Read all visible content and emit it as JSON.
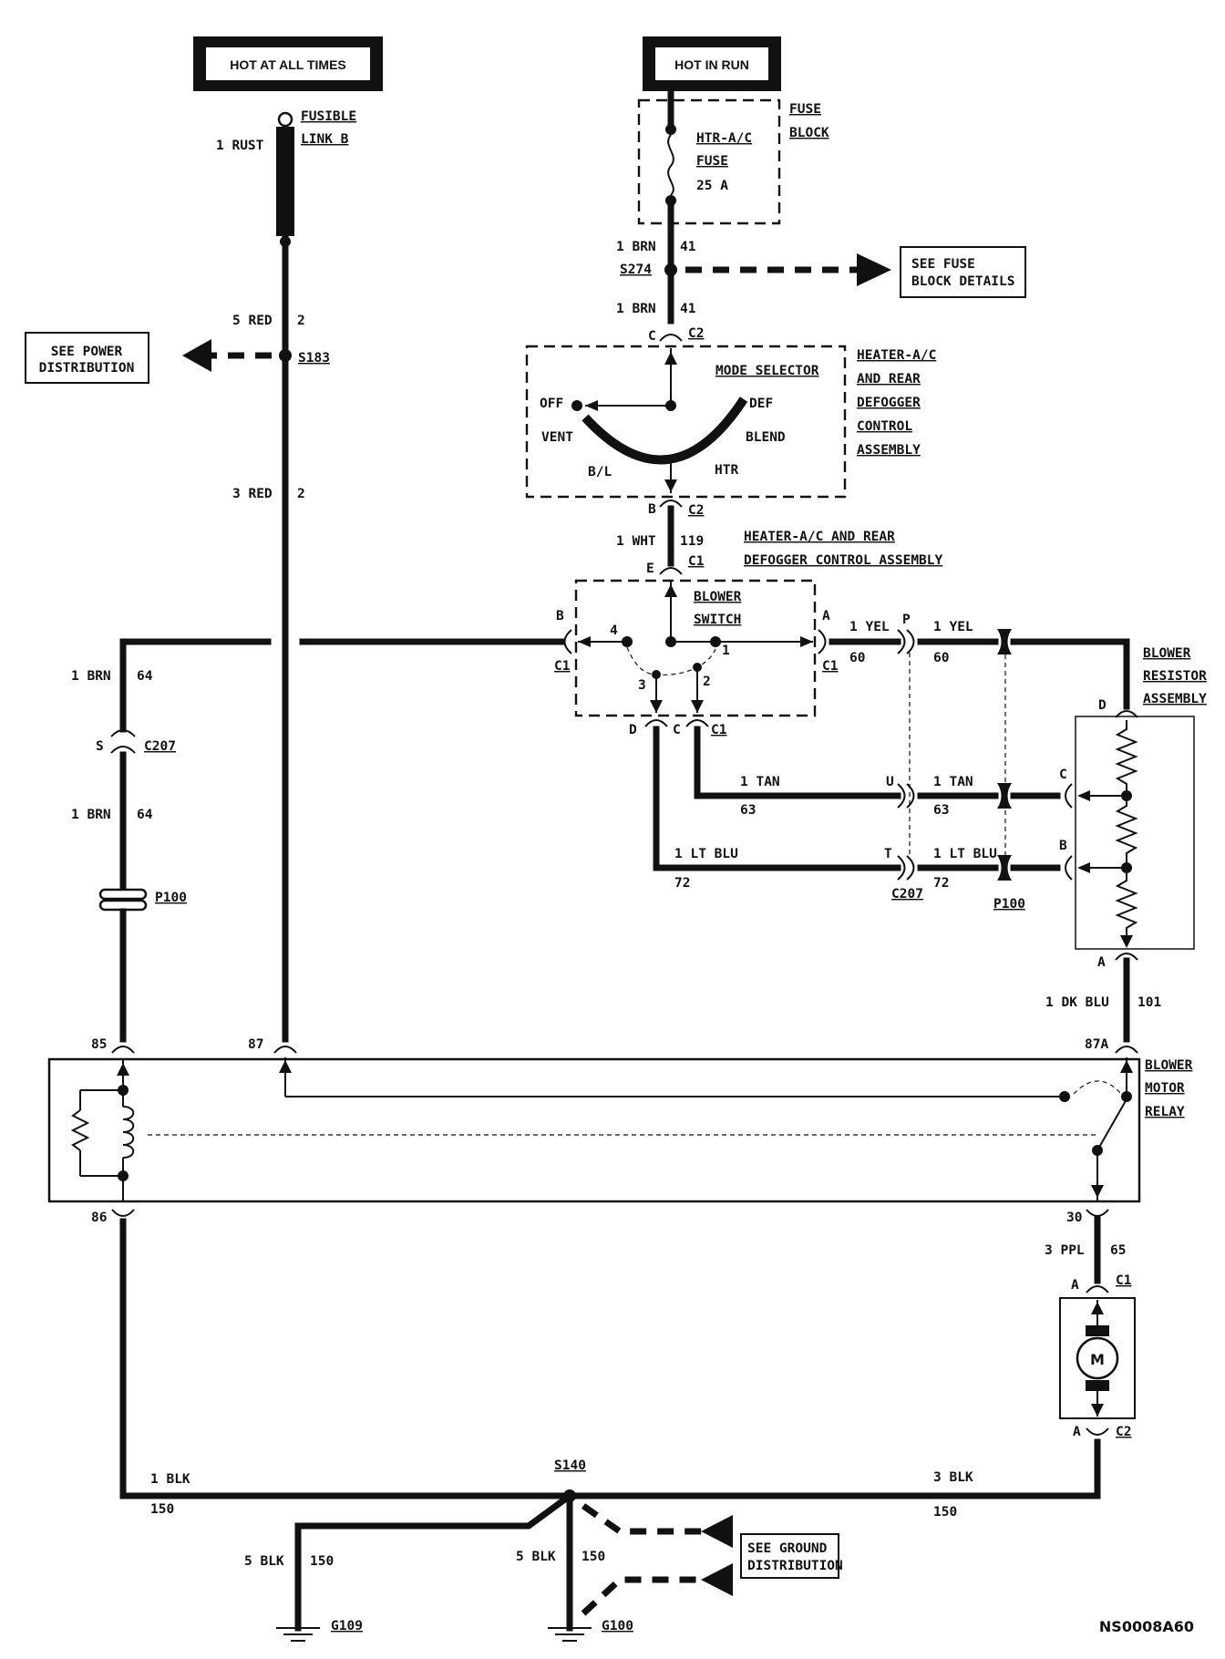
{
  "power": {
    "hot_all_times": "HOT AT ALL TIMES",
    "hot_in_run": "HOT IN RUN"
  },
  "fusible_link": {
    "label_line1": "FUSIBLE",
    "label_line2": "LINK B",
    "wire": "1 RUST"
  },
  "fuse_block": {
    "title_line1": "FUSE",
    "title_line2": "BLOCK",
    "fuse_line1": "HTR-A/C",
    "fuse_line2": "FUSE",
    "rating": "25 A"
  },
  "splices": {
    "s274": "S274",
    "s183": "S183",
    "s140": "S140"
  },
  "references": {
    "fuse_block_details_line1": "SEE FUSE",
    "fuse_block_details_line2": "BLOCK DETAILS",
    "power_distribution_line1": "SEE POWER",
    "power_distribution_line2": "DISTRIBUTION",
    "ground_distribution_line1": "SEE GROUND",
    "ground_distribution_line2": "DISTRIBUTION"
  },
  "wires": {
    "brn_41_a": "1 BRN",
    "brn_41_b": "1 BRN",
    "circuit_41": "41",
    "red_5": "5 RED",
    "red_3": "3 RED",
    "circuit_2": "2",
    "wht": "1 WHT",
    "circuit_119": "119",
    "brn_64_a": "1 BRN",
    "brn_64_b": "1 BRN",
    "circuit_64": "64",
    "yel": "1 YEL",
    "circuit_60": "60",
    "tan": "1 TAN",
    "circuit_63": "63",
    "ltblu": "1 LT BLU",
    "circuit_72": "72",
    "dkblu": "1 DK BLU",
    "circuit_101": "101",
    "ppl": "3 PPL",
    "circuit_65": "65",
    "blk1": "1 BLK",
    "blk3": "3 BLK",
    "blk5": "5 BLK",
    "circuit_150": "150"
  },
  "mode_selector": {
    "title": "MODE SELECTOR",
    "positions": {
      "off": "OFF",
      "def": "DEF",
      "vent": "VENT",
      "blend": "BLEND",
      "bl": "B/L",
      "htr": "HTR"
    },
    "assembly_line1": "HEATER-A/C",
    "assembly_line2": "AND REAR",
    "assembly_line3": "DEFOGGER",
    "assembly_line4": "CONTROL",
    "assembly_line5": "ASSEMBLY"
  },
  "blower_switch": {
    "assembly_line1": "HEATER-A/C AND REAR",
    "assembly_line2": "DEFOGGER CONTROL ASSEMBLY",
    "title_line1": "BLOWER",
    "title_line2": "SWITCH",
    "pos1": "1",
    "pos2": "2",
    "pos3": "3",
    "pos4": "4"
  },
  "connectors": {
    "c1": "C1",
    "c2": "C2",
    "c207": "C207",
    "p100": "P100",
    "pin_a": "A",
    "pin_b": "B",
    "pin_c": "C",
    "pin_d": "D",
    "pin_e": "E",
    "pin_p": "P",
    "pin_s": "S",
    "pin_t": "T",
    "pin_u": "U"
  },
  "resistor": {
    "line1": "BLOWER",
    "line2": "RESISTOR",
    "line3": "ASSEMBLY"
  },
  "relay": {
    "line1": "BLOWER",
    "line2": "MOTOR",
    "line3": "RELAY",
    "pin85": "85",
    "pin87": "87",
    "pin87a": "87A",
    "pin86": "86",
    "pin30": "30"
  },
  "motor": {
    "symbol": "M"
  },
  "grounds": {
    "g109": "G109",
    "g100": "G100"
  },
  "doc_code": "NS0008A60"
}
